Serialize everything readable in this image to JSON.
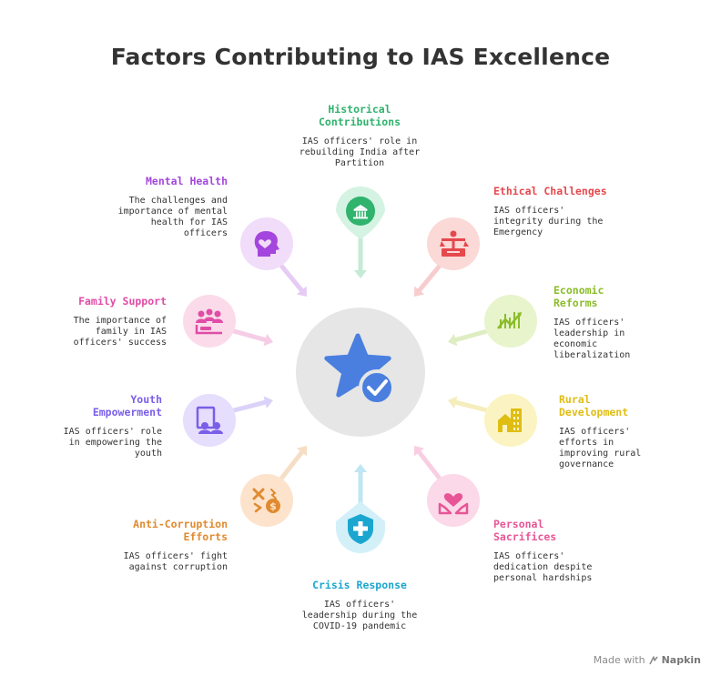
{
  "title": "Factors Contributing to IAS Excellence",
  "center_icon": "star-check-icon",
  "factors": [
    {
      "id": "historical",
      "icon": "government-building-icon",
      "color": "#2fb36d",
      "bg": "#d4f3e2",
      "title": "Historical Contributions",
      "desc": "IAS officers' role in rebuilding India after Partition"
    },
    {
      "id": "ethical",
      "icon": "balance-scale-icon",
      "color": "#e5484d",
      "bg": "#fbd9d6",
      "title": "Ethical Challenges",
      "desc": "IAS officers' integrity during the Emergency"
    },
    {
      "id": "economic",
      "icon": "stock-chart-icon",
      "color": "#8bbd2a",
      "bg": "#e8f4cc",
      "title": "Economic Reforms",
      "desc": "IAS officers' leadership in economic liberalization"
    },
    {
      "id": "rural",
      "icon": "village-buildings-icon",
      "color": "#e0bd13",
      "bg": "#fbf4c2",
      "title": "Rural Development",
      "desc": "IAS officers' efforts in improving rural governance"
    },
    {
      "id": "sacrifices",
      "icon": "hands-heart-icon",
      "color": "#e75596",
      "bg": "#fbd9e8",
      "title": "Personal Sacrifices",
      "desc": "IAS officers' dedication despite personal hardships"
    },
    {
      "id": "crisis",
      "icon": "medical-shield-icon",
      "color": "#1ba6cf",
      "bg": "#d3f0f8",
      "title": "Crisis Response",
      "desc": "IAS officers' leadership during the COVID-19 pandemic"
    },
    {
      "id": "anticorruption",
      "icon": "anti-bribery-icon",
      "color": "#e08a30",
      "bg": "#fde3cc",
      "title": "Anti-Corruption Efforts",
      "desc": "IAS officers' fight against corruption"
    },
    {
      "id": "youth",
      "icon": "youth-board-icon",
      "color": "#7a5ee8",
      "bg": "#e5defc",
      "title": "Youth Empowerment",
      "desc": "IAS officers' role in empowering the youth"
    },
    {
      "id": "family",
      "icon": "family-group-icon",
      "color": "#e04ca6",
      "bg": "#fbdbe9",
      "title": "Family Support",
      "desc": "The importance of family in IAS officers' success"
    },
    {
      "id": "mental",
      "icon": "head-heart-icon",
      "color": "#a446dd",
      "bg": "#f1dcf9",
      "title": "Mental Health",
      "desc": "The challenges and importance of mental health for IAS officers"
    }
  ],
  "footer": {
    "prefix": "Made with",
    "brand": "Napkin",
    "icon": "napkin-logo-icon"
  }
}
